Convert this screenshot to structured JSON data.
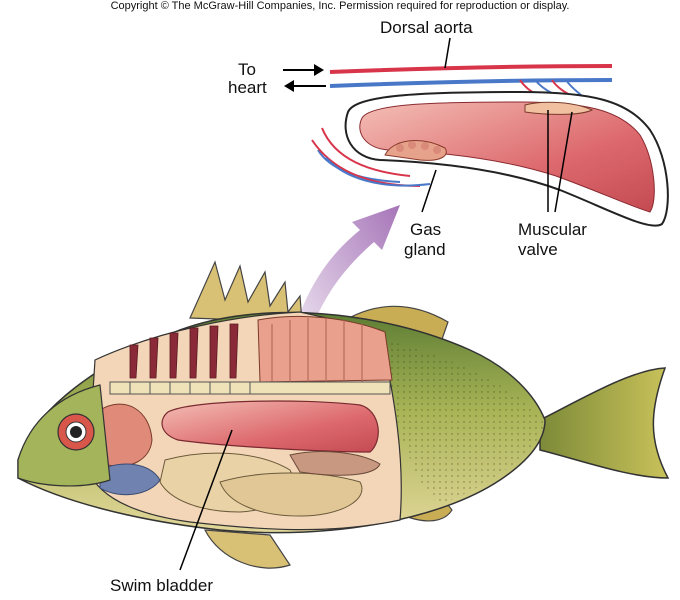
{
  "copyright": "Copyright © The McGraw-Hill Companies, Inc. Permission required for reproduction or display.",
  "labels": {
    "dorsal_aorta": "Dorsal aorta",
    "to_heart_line1": "To",
    "to_heart_line2": "heart",
    "gas_gland_line1": "Gas",
    "gas_gland_line2": "gland",
    "muscular_valve_line1": "Muscular",
    "muscular_valve_line2": "valve",
    "swim_bladder": "Swim bladder"
  },
  "colors": {
    "artery": "#d8344a",
    "vein": "#4a78c8",
    "bladder_fill": "#d9646a",
    "bladder_light": "#f2b8b0",
    "fish_tail": "#b8b44a",
    "fish_back": "#6a8a3a",
    "callout_arrow": "#b889c4"
  }
}
